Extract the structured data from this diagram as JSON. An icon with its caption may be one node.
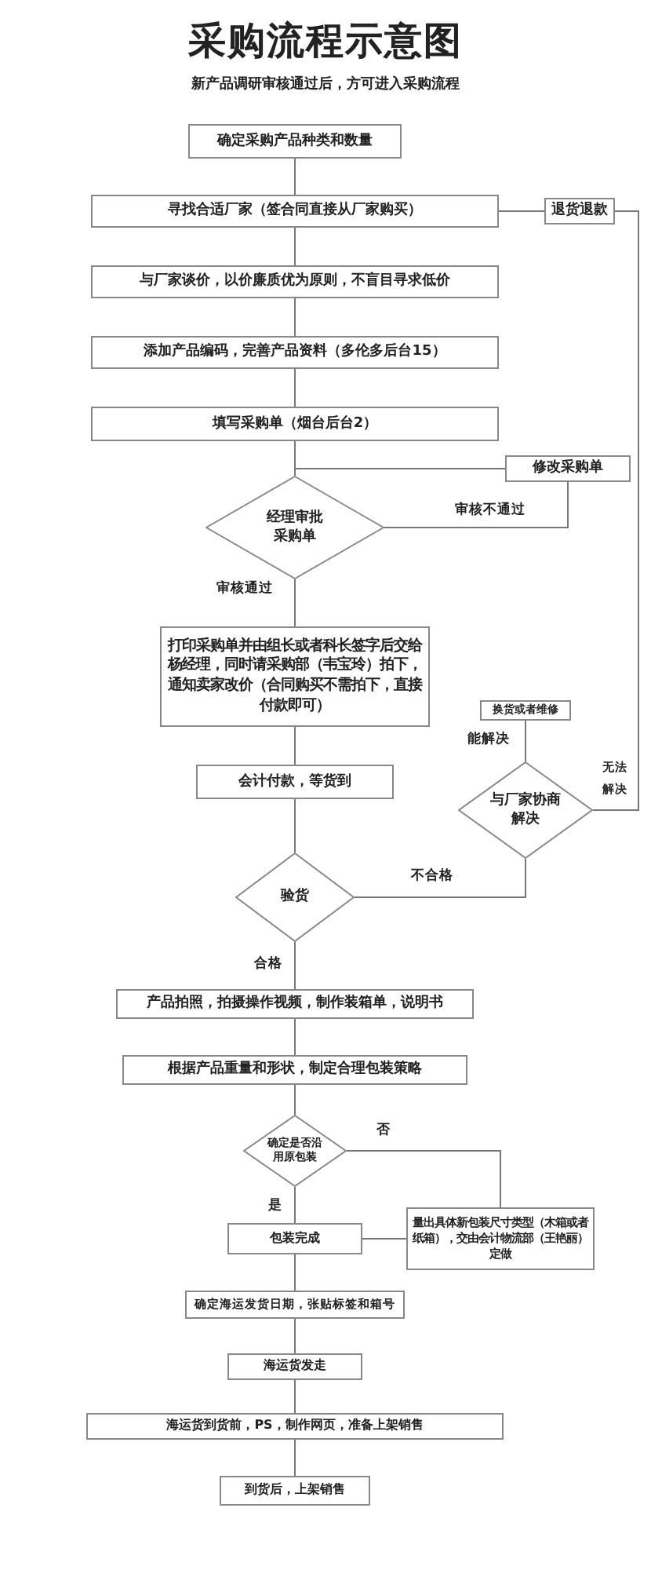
{
  "diagram": {
    "title": "采购流程示意图",
    "nodes": [
      {
        "text": [
          "确定采购产品种类和数量"
        ]
      },
      {
        "text": [
          "寻找合适厂家（签合同直接从厂家购买）"
        ]
      },
      {
        "text": [
          "退货退款"
        ]
      },
      {
        "text": [
          "与厂家谈价，以价廉质优为原则，不盲目寻求低价"
        ]
      },
      {
        "text": [
          "添加产品编码，完善产品资料（多伦多后台15）"
        ]
      },
      {
        "text": [
          "填写采购单（烟台后台2）"
        ]
      },
      {
        "text": [
          "修改采购单"
        ]
      },
      {
        "text": [
          "经理审批采购单"
        ]
      },
      {
        "text": [
          "打印采购单并由组长或者科长签字后交给杨经理，同时请采购部（韦宝玲）拍下，通知卖家改价（合同购买不需拍下，直接付款即可）"
        ]
      },
      {
        "text": [
          "换货或者维修"
        ]
      },
      {
        "text": [
          "与厂家协商解决"
        ]
      },
      {
        "text": [
          "会计付款，等货到"
        ]
      },
      {
        "text": [
          "验货"
        ]
      },
      {
        "text": [
          "产品拍照，拍摄操作视频，制作装箱单，说明书"
        ]
      },
      {
        "text": [
          "根据产品重量和形状，制定合理包装策略"
        ]
      },
      {
        "text": [
          "确定是否沿用原包装"
        ]
      },
      {
        "text": [
          "量出具体新包装尺寸类型（木箱或者纸箱），交由会计物流部（王艳丽）定做"
        ]
      },
      {
        "text": [
          "包装完成"
        ]
      },
      {
        "text": [
          "确定海运发货日期，张贴标签和箱号"
        ]
      },
      {
        "text": [
          "海运货发走"
        ]
      },
      {
        "text": [
          "海运货到货前，PS，制作网页，准备上架销售"
        ]
      },
      {
        "text": [
          "到货后，上架销售"
        ]
      }
    ],
    "edges": [
      {
        "from": 0,
        "to": 1,
        "arrow": "none"
      },
      {
        "from": 1,
        "to": 2,
        "arrow": "none"
      },
      {
        "from": 1,
        "to": 3,
        "arrow": "none"
      },
      {
        "from": 3,
        "to": 4,
        "arrow": "none"
      },
      {
        "from": 4,
        "to": 5,
        "arrow": "none"
      },
      {
        "from": 5,
        "to": 7,
        "arrow": "none"
      },
      {
        "from": 6,
        "to": 7,
        "arrow": "none"
      },
      {
        "from": 7,
        "to": 6,
        "arrow": "none",
        "label": "审核不通过"
      },
      {
        "from": 7,
        "to": 8,
        "arrow": "none",
        "label": "审核通过"
      },
      {
        "from": 8,
        "to": 11,
        "arrow": "none"
      },
      {
        "from": 11,
        "to": 12,
        "arrow": "none"
      },
      {
        "from": 12,
        "to": 10,
        "arrow": "none",
        "label": "不合格"
      },
      {
        "from": 10,
        "to": 9,
        "arrow": "none",
        "label": "能解决"
      },
      {
        "from": 10,
        "to": 2,
        "arrow": "none",
        "label": "无法解决"
      },
      {
        "from": 12,
        "to": 13,
        "arrow": "none",
        "label": "合格"
      },
      {
        "from": 13,
        "to": 14,
        "arrow": "none"
      },
      {
        "from": 14,
        "to": 15,
        "arrow": "none"
      },
      {
        "from": 15,
        "to": 17,
        "arrow": "none",
        "label": "是"
      },
      {
        "from": 15,
        "to": 16,
        "arrow": "none",
        "label": "否"
      },
      {
        "from": 16,
        "to": 17,
        "arrow": "none"
      },
      {
        "from": 17,
        "to": 18,
        "arrow": "none"
      },
      {
        "from": 18,
        "to": 19,
        "arrow": "none"
      },
      {
        "from": 19,
        "to": 20,
        "arrow": "none"
      },
      {
        "from": 20,
        "to": 21,
        "arrow": "none"
      }
    ],
    "labels": [
      "新产品调研审核通过后，方可进入采购流程"
    ]
  }
}
